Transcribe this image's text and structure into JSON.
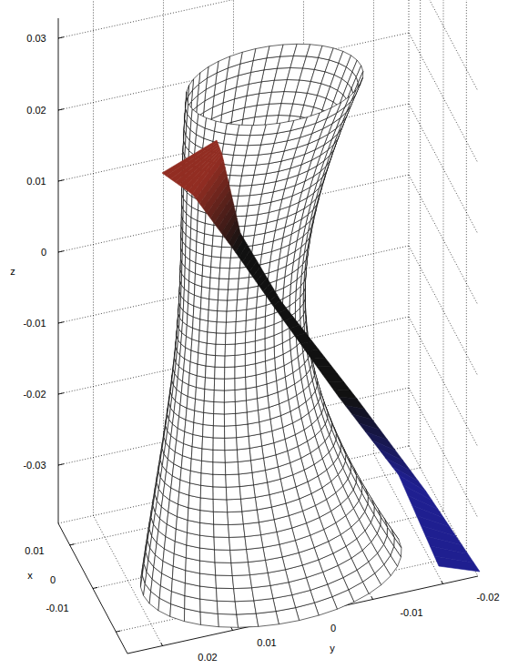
{
  "diagram": {
    "labels": [
      "0.03",
      "0.02",
      "0.01",
      "0",
      "-0.01",
      "-0.02",
      "-0.03",
      "z",
      "0.01",
      "0",
      "-0.01",
      "x",
      "0.02",
      "0.01",
      "0",
      "-0.01",
      "-0.02",
      "y"
    ]
  }
}
